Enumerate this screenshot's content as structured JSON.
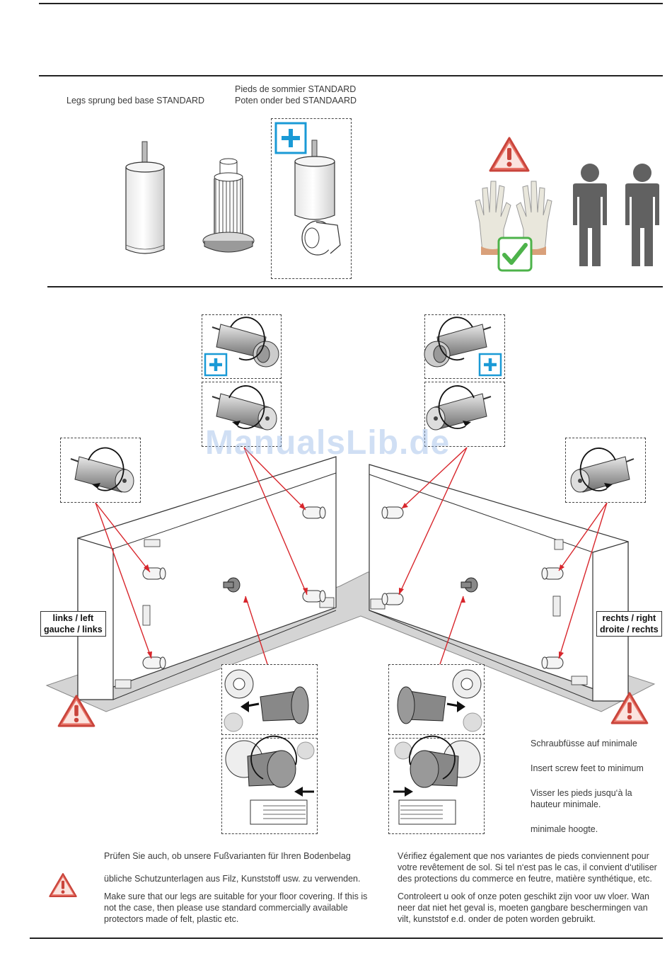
{
  "header": {
    "legs_title_en": "Legs sprung bed base STANDARD",
    "legs_title_fr": "Pieds de sommier STANDARD",
    "legs_title_nl": "Poten onder bed STANDAARD"
  },
  "sides": {
    "left_line1": "links / left",
    "left_line2": "gauche / links",
    "right_line1": "rechts / right",
    "right_line2": "droite / rechts"
  },
  "watermark": "ManualsLib.de",
  "instructions": {
    "de": "Schraubfüsse auf minimale",
    "en": "Insert screw feet to minimum",
    "fr": "Visser les pieds jusqu‘à la hauteur minimale.",
    "nl": "minimale hoogte."
  },
  "notes": {
    "de_1": "Prüfen Sie auch, ob unsere Fußvarianten für Ihren Bodenbelag",
    "de_2": "übliche Schutzunterlagen aus Filz, Kunststoff usw. zu verwenden.",
    "en": "Make sure that our legs are suitable for your floor covering. If this is not the case, then please use standard commercially available protectors made of felt, plastic etc.",
    "fr": "Vérifiez également que nos variantes de pieds conviennent pour votre revêtement de sol. Si tel n‘est pas le cas, il convient d‘utiliser des protections du commerce en feutre, matière synthétique, etc.",
    "nl": "Controleert u ook of onze poten geschikt zijn voor uw vloer. Wan neer dat niet het geval is, moeten gangbare beschermingen van vilt, kunststof e.d. onder de poten worden gebruikt."
  },
  "icons": [
    "plus-icon",
    "warning-icon",
    "checkmark-icon",
    "person-icon",
    "rotate-arrow-icon"
  ],
  "colors": {
    "accent_blue": "#1a9ad6",
    "warning_red": "#e0524a",
    "check_green": "#4db34a",
    "arrow_red": "#d8262c",
    "person_gray": "#616161"
  }
}
